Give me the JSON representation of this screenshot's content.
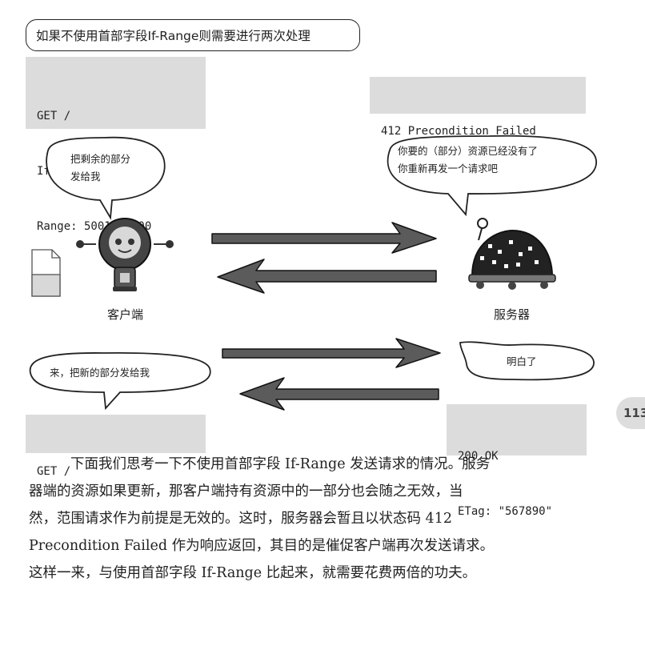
{
  "title": "如果不使用首部字段If-Range则需要进行两次处理",
  "request1": {
    "line1": "GET /",
    "line2": "If-Match: \"123456\"",
    "line3": "Range: 5001-10000"
  },
  "response1": "412 Precondition Failed",
  "client_bubble": {
    "line1": "把剩余的部分",
    "line2": "发给我"
  },
  "server_bubble": {
    "line1": "你要的（部分）资源已经没有了",
    "line2": "你重新再发一个请求吧"
  },
  "client_label": "客户端",
  "server_label": "服务器",
  "client_bubble2": "来，把新的部分发给我",
  "server_bubble2": "明白了",
  "request2": "GET /",
  "response2": {
    "line1": "200 OK",
    "line2": "ETag: \"567890\""
  },
  "page_number": "113",
  "paragraph": {
    "line1": "下面我们思考一下不使用首部字段 If-Range 发送请求的情况。服务",
    "line2": "器端的资源如果更新，那客户端持有资源中的一部分也会随之无效，当",
    "line3": "然，范围请求作为前提是无效的。这时，服务器会暂且以状态码 412",
    "line4": "Precondition Failed 作为响应返回，其目的是催促客户端再次发送请求。",
    "line5": "这样一来，与使用首部字段 If-Range 比起来，就需要花费两倍的功夫。"
  }
}
